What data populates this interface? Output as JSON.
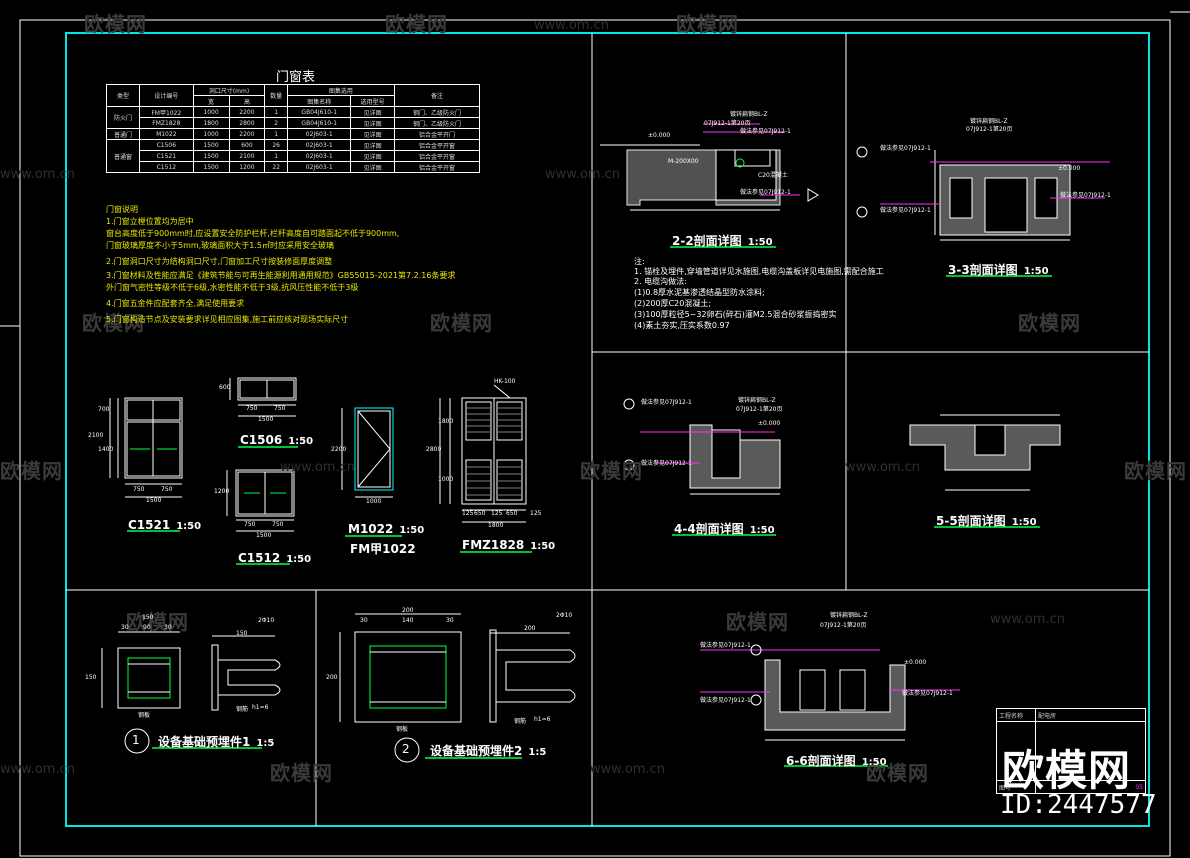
{
  "watermark": {
    "brand": "欧模网",
    "url": "www.om.cn"
  },
  "door_window_table": {
    "title": "门窗表",
    "headers": [
      "类型",
      "设计编号",
      "洞口尺寸(mm)",
      "数量",
      "图集选用",
      "备注"
    ],
    "subheaders": [
      "宽",
      "高",
      "图集名称",
      "选用型号"
    ],
    "rows": [
      [
        "防火门",
        "FM甲1022",
        "1000",
        "2200",
        "1",
        "GB04J610-1",
        "见详图",
        "钢门、乙级防火门"
      ],
      [
        "",
        "FMZ1828",
        "1800",
        "2800",
        "2",
        "GB04J610-1",
        "见详图",
        "钢门、乙级防火门"
      ],
      [
        "普通门",
        "M1022",
        "1000",
        "2200",
        "1",
        "02J603-1",
        "见详图",
        "铝合金平开门"
      ],
      [
        "普通窗",
        "C1506",
        "1500",
        "600",
        "26",
        "02J603-1",
        "见详图",
        "铝合金平开窗"
      ],
      [
        "",
        "C1521",
        "1500",
        "2100",
        "1",
        "02J603-1",
        "见详图",
        "铝合金平开窗"
      ],
      [
        "",
        "C1512",
        "1500",
        "1200",
        "22",
        "02J603-1",
        "见详图",
        "铝合金平开窗"
      ]
    ]
  },
  "door_window_notes": {
    "heading": "门窗说明",
    "lines": [
      "1.门窗立樘位置均为居中",
      "  窗台高度低于900mm时,应设置安全防护栏杆,栏杆高度自可踏面起不低于900mm,",
      "  门窗玻璃厚度不小于5mm,玻璃面积大于1.5㎡时应采用安全玻璃",
      "2.门窗洞口尺寸为结构洞口尺寸,门窗加工尺寸按装修面厚度调整",
      "3.门窗材料及性能应满足《建筑节能与可再生能源利用通用规范》GB55015-2021第7.2.16条要求",
      "  外门窗气密性等级不低于6级,水密性能不低于3级,抗风压性能不低于3级",
      "4.门窗五金件应配套齐全,满足使用要求",
      "5.门窗构造节点及安装要求详见相应图集,施工前应核对现场实际尺寸"
    ]
  },
  "elevations": [
    {
      "name": "C1521",
      "scale": "1:50",
      "dims": [
        "750",
        "750",
        "1500",
        "2100",
        "1400",
        "700"
      ]
    },
    {
      "name": "C1506",
      "scale": "1:50",
      "dims": [
        "750",
        "750",
        "1500",
        "600"
      ]
    },
    {
      "name": "C1512",
      "scale": "1:50",
      "dims": [
        "750",
        "750",
        "1500",
        "1200"
      ]
    },
    {
      "name": "M1022",
      "scale": "1:50",
      "alt_name": "FM甲1022",
      "dims": [
        "1000",
        "2200"
      ]
    },
    {
      "name": "FMZ1828",
      "scale": "1:50",
      "dims": [
        "125",
        "650",
        "125",
        "650",
        "125",
        "1800",
        "2800",
        "1800",
        "1000",
        "HK-100"
      ]
    }
  ],
  "sections": {
    "s22": {
      "title": "2-2剖面详图",
      "scale": "1:50"
    },
    "s33": {
      "title": "3-3剖面详图",
      "scale": "1:50"
    },
    "s44": {
      "title": "4-4剖面详图",
      "scale": "1:50"
    },
    "s55": {
      "title": "5-5剖面详图",
      "scale": "1:50"
    },
    "s66": {
      "title": "6-6剖面详图",
      "scale": "1:50"
    }
  },
  "section_labels": {
    "elev": "±0.000",
    "rail": "镀锌扁钢BL-Z",
    "ref1": "07J912-1第20页",
    "ref2": "做法参见07J912-1",
    "concrete": "C20混凝土",
    "cover": "M-200X00"
  },
  "section_notes": {
    "heading": "注:",
    "lines": [
      "1.  锚栓及埋件,穿墙管道详见水施图,电缆沟盖板详见电施图,需配合施工",
      "2.  电缆沟做法:",
      "  (1)0.8厚水泥基渗透结晶型防水涂料;",
      "  (2)200厚C20混凝土;",
      "  (3)100厚粒径5~32卵石(碎石)灌M2.5混合砂浆振捣密实",
      "  (4)素土夯实,压实系数0.97"
    ]
  },
  "embeds": [
    {
      "num": "1",
      "title": "设备基础预埋件1",
      "scale": "1:5",
      "plate": "钢板",
      "bar": "钢筋",
      "dims": [
        "150",
        "30",
        "90",
        "30",
        "150",
        "2Φ10",
        "150",
        "h1=6"
      ]
    },
    {
      "num": "2",
      "title": "设备基础预埋件2",
      "scale": "1:5",
      "plate": "钢板",
      "bar": "钢筋",
      "dims": [
        "200",
        "30",
        "140",
        "30",
        "200",
        "2Φ10",
        "200",
        "h1=6"
      ]
    }
  ],
  "title_block": {
    "project_label": "工程名称",
    "project_value": "配电房",
    "drawing_label": "图号",
    "sheet": "05"
  },
  "logo": {
    "brand": "欧模网",
    "id": "ID:2447577"
  },
  "colors": {
    "frame": "#00e5e5",
    "grid": "#ffffff",
    "green": "#00ff44",
    "magenta": "#ff2cff",
    "cyan": "#00ffff",
    "yellow": "#f0f000",
    "hatch": "#9a9a9a"
  }
}
